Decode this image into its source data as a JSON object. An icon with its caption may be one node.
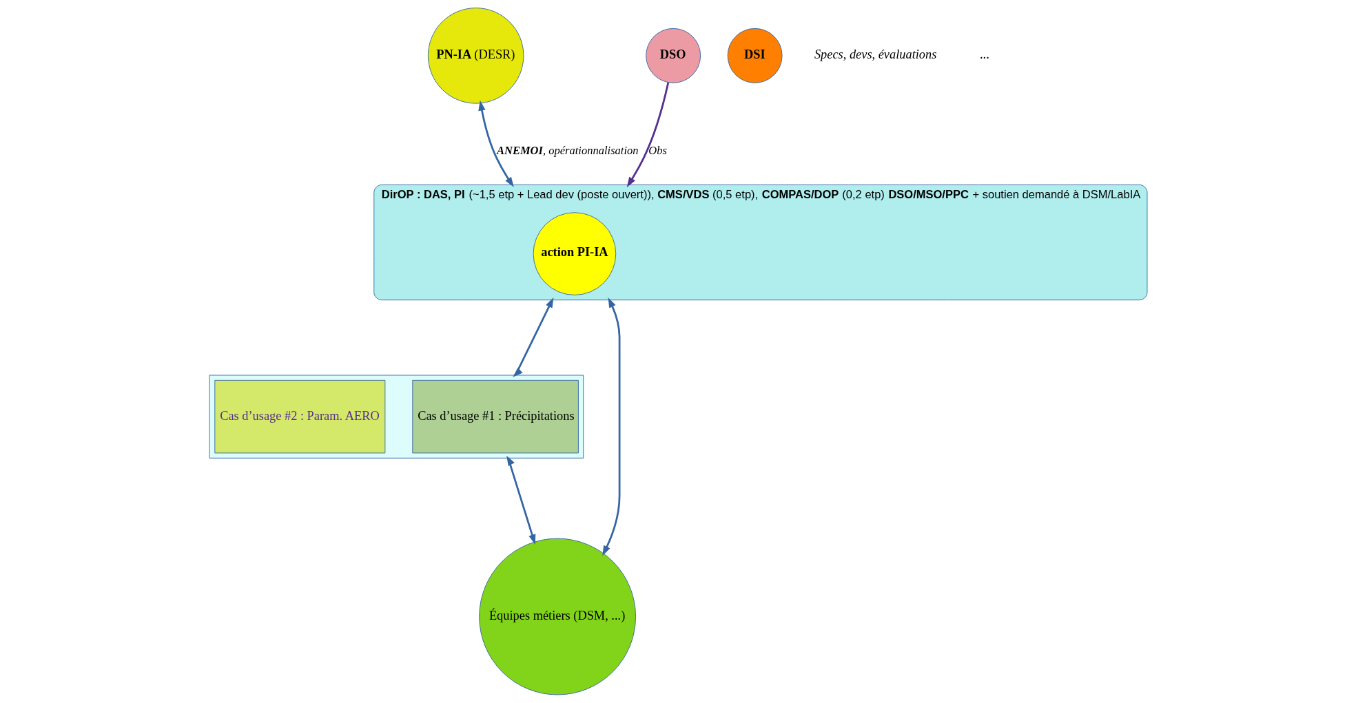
{
  "diagram": {
    "nodes": [
      {
        "text": [
          "**PN-IA** (DESR)"
        ]
      },
      {
        "text": [
          "DSI"
        ]
      },
      {
        "text": [
          "**DirOP : DAS, PI** (~1,5 etp + Lead dev (poste ouvert)), **CMS/VDS** (0,5 etp), **COMPAS/DOP** (0,2 etp) **DSO/MSO/PPC** + soutien demandé à DSM/LabIA"
        ]
      },
      {
        "text": [
          "action PI-IA"
        ],
        "in": 2
      },
      {
        "text": [],
        "shape": "box"
      },
      {
        "text": [
          "Cas d’usage #1 : Précipitations"
        ],
        "in": 4
      },
      {
        "text": [
          "Cas d’usage #2 : Param. AERO"
        ],
        "in": 4
      },
      {
        "text": [
          "Équipes métiers (DSM, ...)"
        ]
      },
      {
        "text": [
          "DSO"
        ]
      }
    ],
    "edges": [
      {
        "from": 0,
        "to": 2,
        "arrow": "both",
        "label": "**ANEMOI**, opérationnalisation"
      },
      {
        "from": 2,
        "to": 4,
        "arrow": "both"
      },
      {
        "from": 2,
        "to": 7,
        "arrow": "both"
      },
      {
        "from": 8,
        "to": 2,
        "arrow": "to",
        "label": "Obs",
        "color": "#55308d"
      },
      {
        "from": 4,
        "to": 7,
        "arrow": "both"
      }
    ],
    "labels": [
      "Specs, devs, évaluations",
      "..."
    ]
  }
}
